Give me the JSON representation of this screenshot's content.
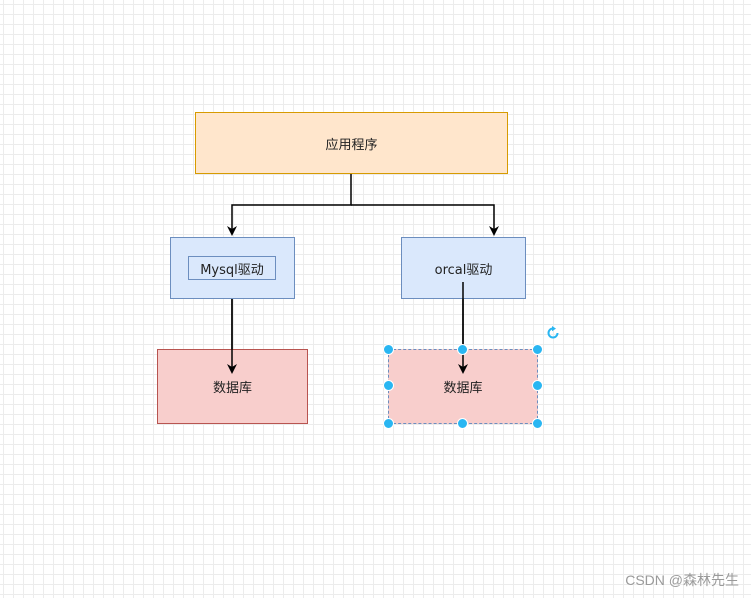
{
  "diagram": {
    "nodes": {
      "app": {
        "label": "应用程序"
      },
      "mysql_driver": {
        "label": "Mysql驱动"
      },
      "oracle_driver": {
        "label": "orcal驱动"
      },
      "db_left": {
        "label": "数据库"
      },
      "db_right": {
        "label": "数据库"
      }
    },
    "edges": [
      {
        "from": "app",
        "to": "mysql_driver"
      },
      {
        "from": "app",
        "to": "oracle_driver"
      },
      {
        "from": "mysql_driver",
        "to": "db_left"
      },
      {
        "from": "oracle_driver",
        "to": "db_right"
      }
    ],
    "selected_node": "db_right"
  },
  "colors": {
    "app_fill": "#ffe6cc",
    "app_stroke": "#d79b00",
    "driver_fill": "#dae8fc",
    "driver_stroke": "#6c8ebf",
    "db_fill": "#f8cecc",
    "db_stroke": "#b85450",
    "edge": "#000000",
    "selection_handle": "#29b6f2"
  },
  "icons": {
    "rotate": "rotate-icon"
  },
  "watermark": {
    "text": "CSDN @森林先生"
  }
}
